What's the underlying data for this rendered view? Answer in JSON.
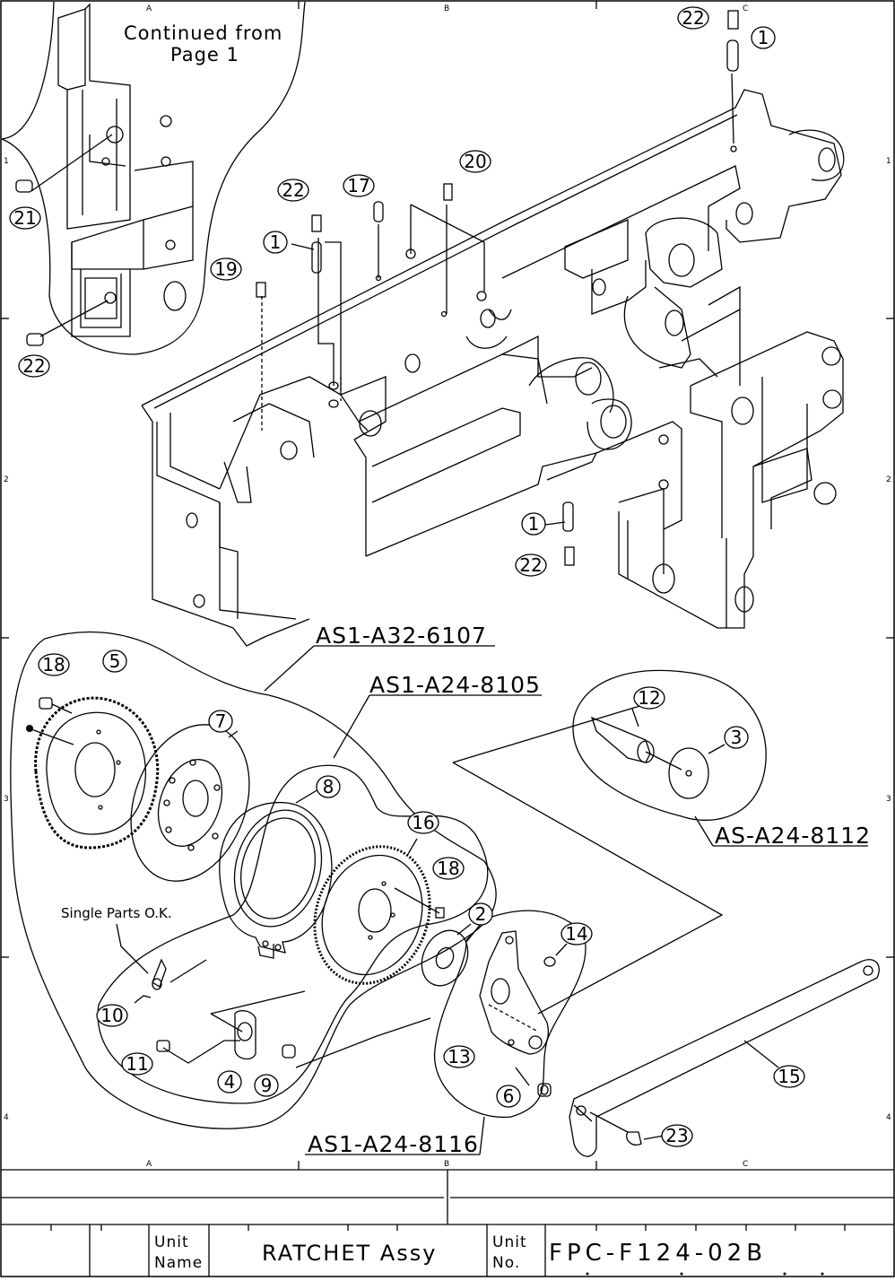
{
  "drawing": {
    "continued_note": [
      "Continued from",
      "Page 1"
    ],
    "single_parts_note": "Single Parts O.K.",
    "assemblies": [
      {
        "id": "as1",
        "code": "AS1-A32-6107"
      },
      {
        "id": "as2",
        "code": "AS1-A24-8105"
      },
      {
        "id": "as3",
        "code": "AS-A24-8112"
      },
      {
        "id": "as4",
        "code": "AS1-A24-8116"
      }
    ],
    "balloons": [
      "22",
      "1",
      "22",
      "17",
      "20",
      "1",
      "19",
      "21",
      "22",
      "1",
      "22",
      "18",
      "5",
      "7",
      "8",
      "16",
      "18",
      "2",
      "14",
      "12",
      "3",
      "10",
      "11",
      "4",
      "9",
      "13",
      "6",
      "15",
      "23"
    ]
  },
  "grid": {
    "cols": [
      "A",
      "B",
      "C"
    ],
    "rows": [
      "1",
      "2",
      "3",
      "4"
    ]
  },
  "title_block": {
    "unit_name_label": [
      "Unit",
      "Name"
    ],
    "unit_name": "RATCHET Assy",
    "unit_no_label": [
      "Unit",
      "No."
    ],
    "unit_no": "FPC-F124-02B"
  }
}
